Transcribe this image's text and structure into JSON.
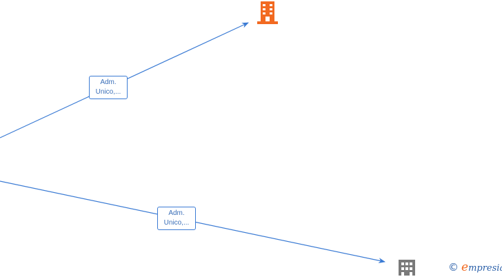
{
  "diagram": {
    "edges": [
      {
        "id": "edge-upper",
        "label_line1": "Adm.",
        "label_line2": "Unico,..."
      },
      {
        "id": "edge-lower",
        "label_line1": "Adm.",
        "label_line2": "Unico,..."
      }
    ],
    "nodes": [
      {
        "id": "company-upper",
        "icon": "building-icon",
        "color": "#f26a21"
      },
      {
        "id": "company-lower",
        "icon": "building-icon",
        "color": "#7a7a7a"
      }
    ],
    "edge_color": "#3b7bd4"
  },
  "watermark": {
    "copyright_symbol": "©",
    "brand_first_letter": "e",
    "brand_rest": "mpresia"
  }
}
